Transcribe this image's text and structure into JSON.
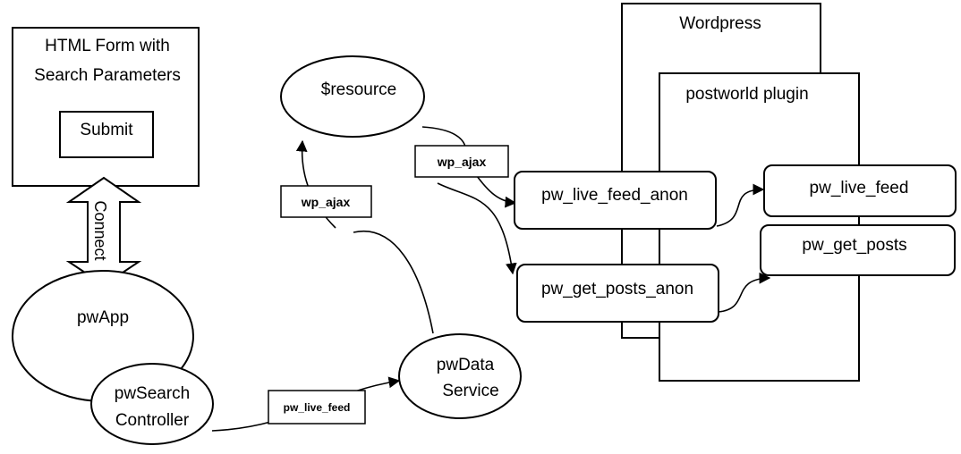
{
  "html_form": {
    "title_line1": "HTML Form with",
    "title_line2": "Search Parameters",
    "submit_label": "Submit"
  },
  "connect_label": "Connect",
  "pwapp_label": "pwApp",
  "pwsearch": {
    "line1": "pwSearch",
    "line2": "Controller"
  },
  "pwdata": {
    "line1": "pwData",
    "line2": "Service"
  },
  "resource_label": "$resource",
  "edge_labels": {
    "wp_ajax_left": "wp_ajax",
    "wp_ajax_right": "wp_ajax",
    "pw_live_feed": "pw_live_feed"
  },
  "wordpress_label": "Wordpress",
  "postworld_label": "postworld plugin",
  "functions": {
    "live_feed_anon": "pw_live_feed_anon",
    "get_posts_anon": "pw_get_posts_anon",
    "live_feed": "pw_live_feed",
    "get_posts": "pw_get_posts"
  }
}
